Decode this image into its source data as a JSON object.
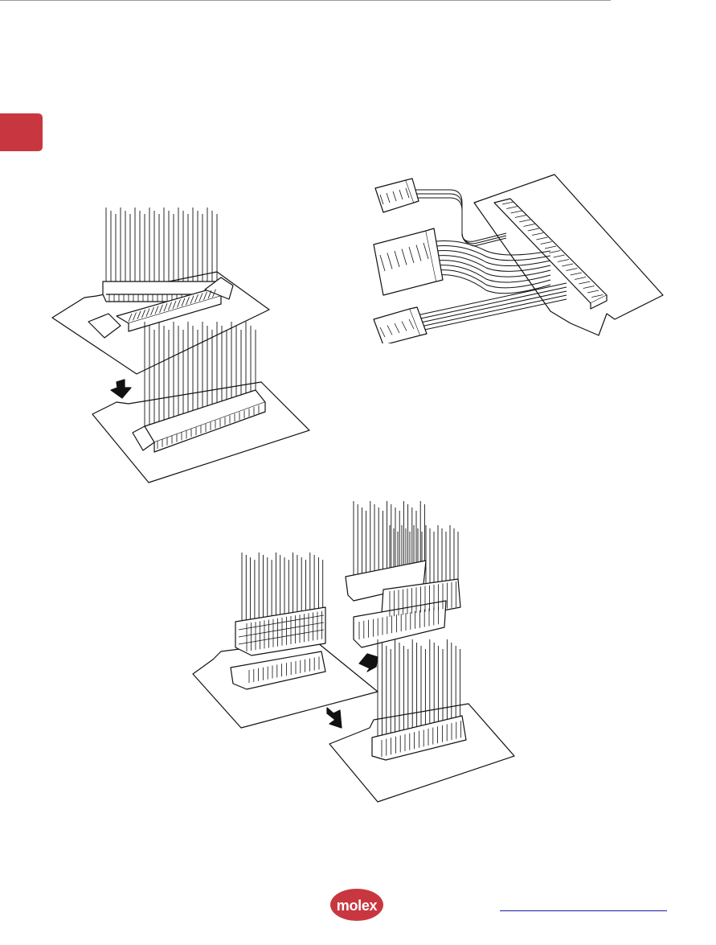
{
  "page": {
    "tab_color": "#c8373f",
    "logo_color": "#c8373f"
  },
  "logo": {
    "text": "molex"
  },
  "footer": {
    "link_text": "",
    "link_color": "#1a1aa8"
  },
  "figures": [
    {
      "name": "ribbon-cable-connector-illustration"
    },
    {
      "name": "wire-harness-illustration"
    },
    {
      "name": "dual-row-connector-illustration"
    }
  ]
}
